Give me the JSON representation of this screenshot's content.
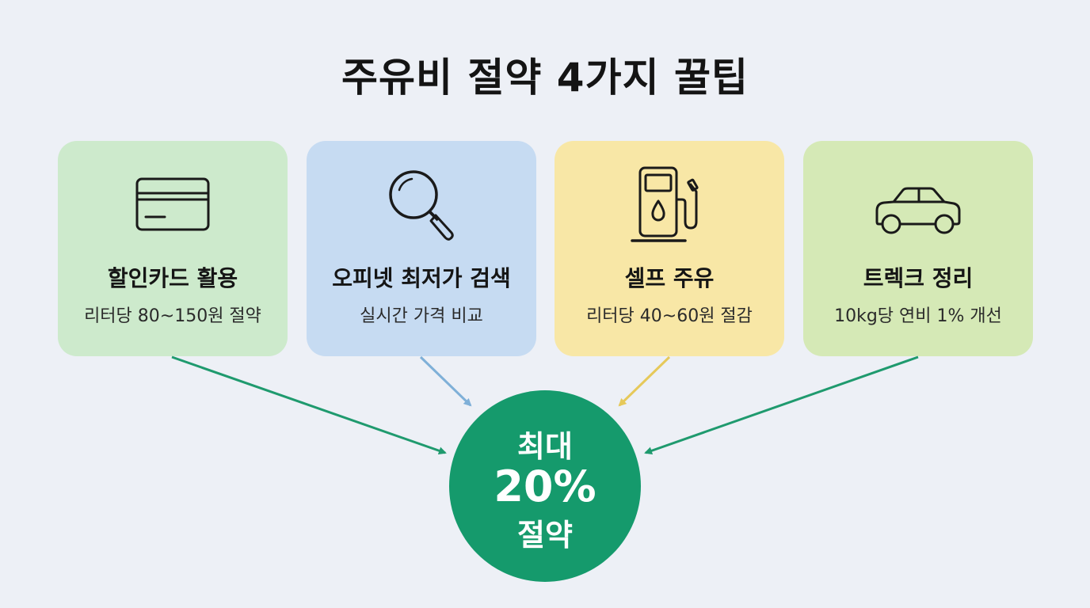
{
  "title": "주유비 절약 4가지 꿀팁",
  "cards": [
    {
      "title": "할인카드 활용",
      "desc": "리터당 80~150원 절약",
      "icon": "credit-card-icon",
      "bg": "#cdeacc",
      "arrow_color": "#1f9a6e"
    },
    {
      "title": "오피넷 최저가 검색",
      "desc": "실시간 가격 비교",
      "icon": "magnifier-icon",
      "bg": "#c6dbf2",
      "arrow_color": "#7fb0d8"
    },
    {
      "title": "셀프 주유",
      "desc": "리터당 40~60원 절감",
      "icon": "fuel-pump-icon",
      "bg": "#f8e7a6",
      "arrow_color": "#e6c95a"
    },
    {
      "title": "트렉크 정리",
      "desc": "10kg당 연비 1% 개선",
      "icon": "car-icon",
      "bg": "#d5e9b6",
      "arrow_color": "#1f9a6e"
    }
  ],
  "result": {
    "line1": "최대",
    "line2": "20%",
    "line3": "절약",
    "color": "#159a6c"
  }
}
